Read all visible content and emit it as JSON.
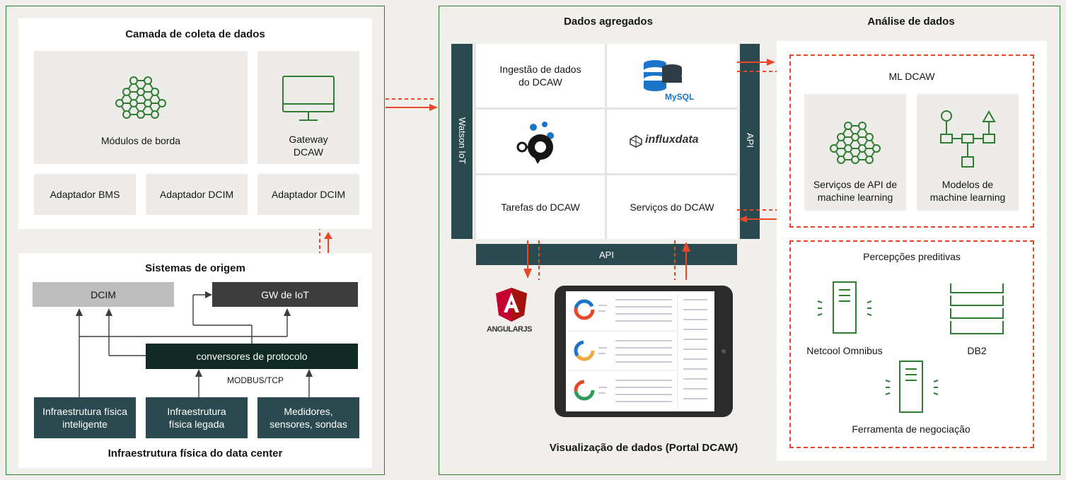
{
  "left": {
    "collection": {
      "title": "Camada de coleta de dados",
      "edge_modules": "Módulos de borda",
      "gateway": "Gateway DCAW",
      "adapters": [
        "Adaptador BMS",
        "Adaptador DCIM",
        "Adaptador DCIM"
      ]
    },
    "source": {
      "title": "Sistemas de origem",
      "dcim": "DCIM",
      "iot_gw": "GW de IoT",
      "converters": "conversores de protocolo",
      "modbus": "MODBUS/TCP",
      "bottom": [
        "Infraestrutura física inteligente",
        "Infraestrutura física legada",
        "Medidores, sensores, sondas"
      ],
      "footer": "Infraestrutura física do data center"
    }
  },
  "right": {
    "aggregated_title": "Dados agregados",
    "analysis_title": "Análise de dados",
    "watson": "Watson IoT",
    "api_right": "API",
    "api_bottom": "API",
    "tiles": {
      "ingest": "Ingestão de dados do DCAW",
      "mysql_logo": "MySQL",
      "influx_logo": "influxdata",
      "tasks": "Tarefas do DCAW",
      "services": "Serviços do DCAW"
    },
    "angular_logo": "ANGULARJS",
    "visualization": "Visualização de dados (Portal DCAW)",
    "ml": {
      "title": "ML DCAW",
      "api_services": "Serviços de API de machine learning",
      "models": "Modelos de machine learning"
    },
    "insights": {
      "title": "Percepções preditivas",
      "netcool": "Netcool Omnibus",
      "db2": "DB2",
      "trading": "Ferramenta de negociação"
    }
  },
  "colors": {
    "green": "#2e7d32",
    "red": "#e8472a",
    "teal": "#2b4a4f",
    "dark": "#0f2a22"
  },
  "icons": [
    "network-icon",
    "monitor-icon",
    "database-icon",
    "flow-icon",
    "server-icon",
    "storage-icon"
  ]
}
